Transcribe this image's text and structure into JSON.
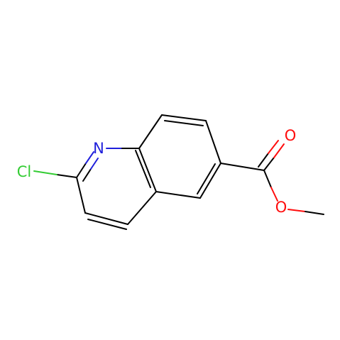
{
  "molecule": {
    "atoms": {
      "cl": "Cl",
      "n": "N",
      "o_carbonyl": "O",
      "o_ester": "O"
    },
    "colors": {
      "bond": "#000000",
      "chlorine": "#33cc33",
      "nitrogen": "#1f1fdb",
      "oxygen": "#ff0d0d"
    }
  }
}
